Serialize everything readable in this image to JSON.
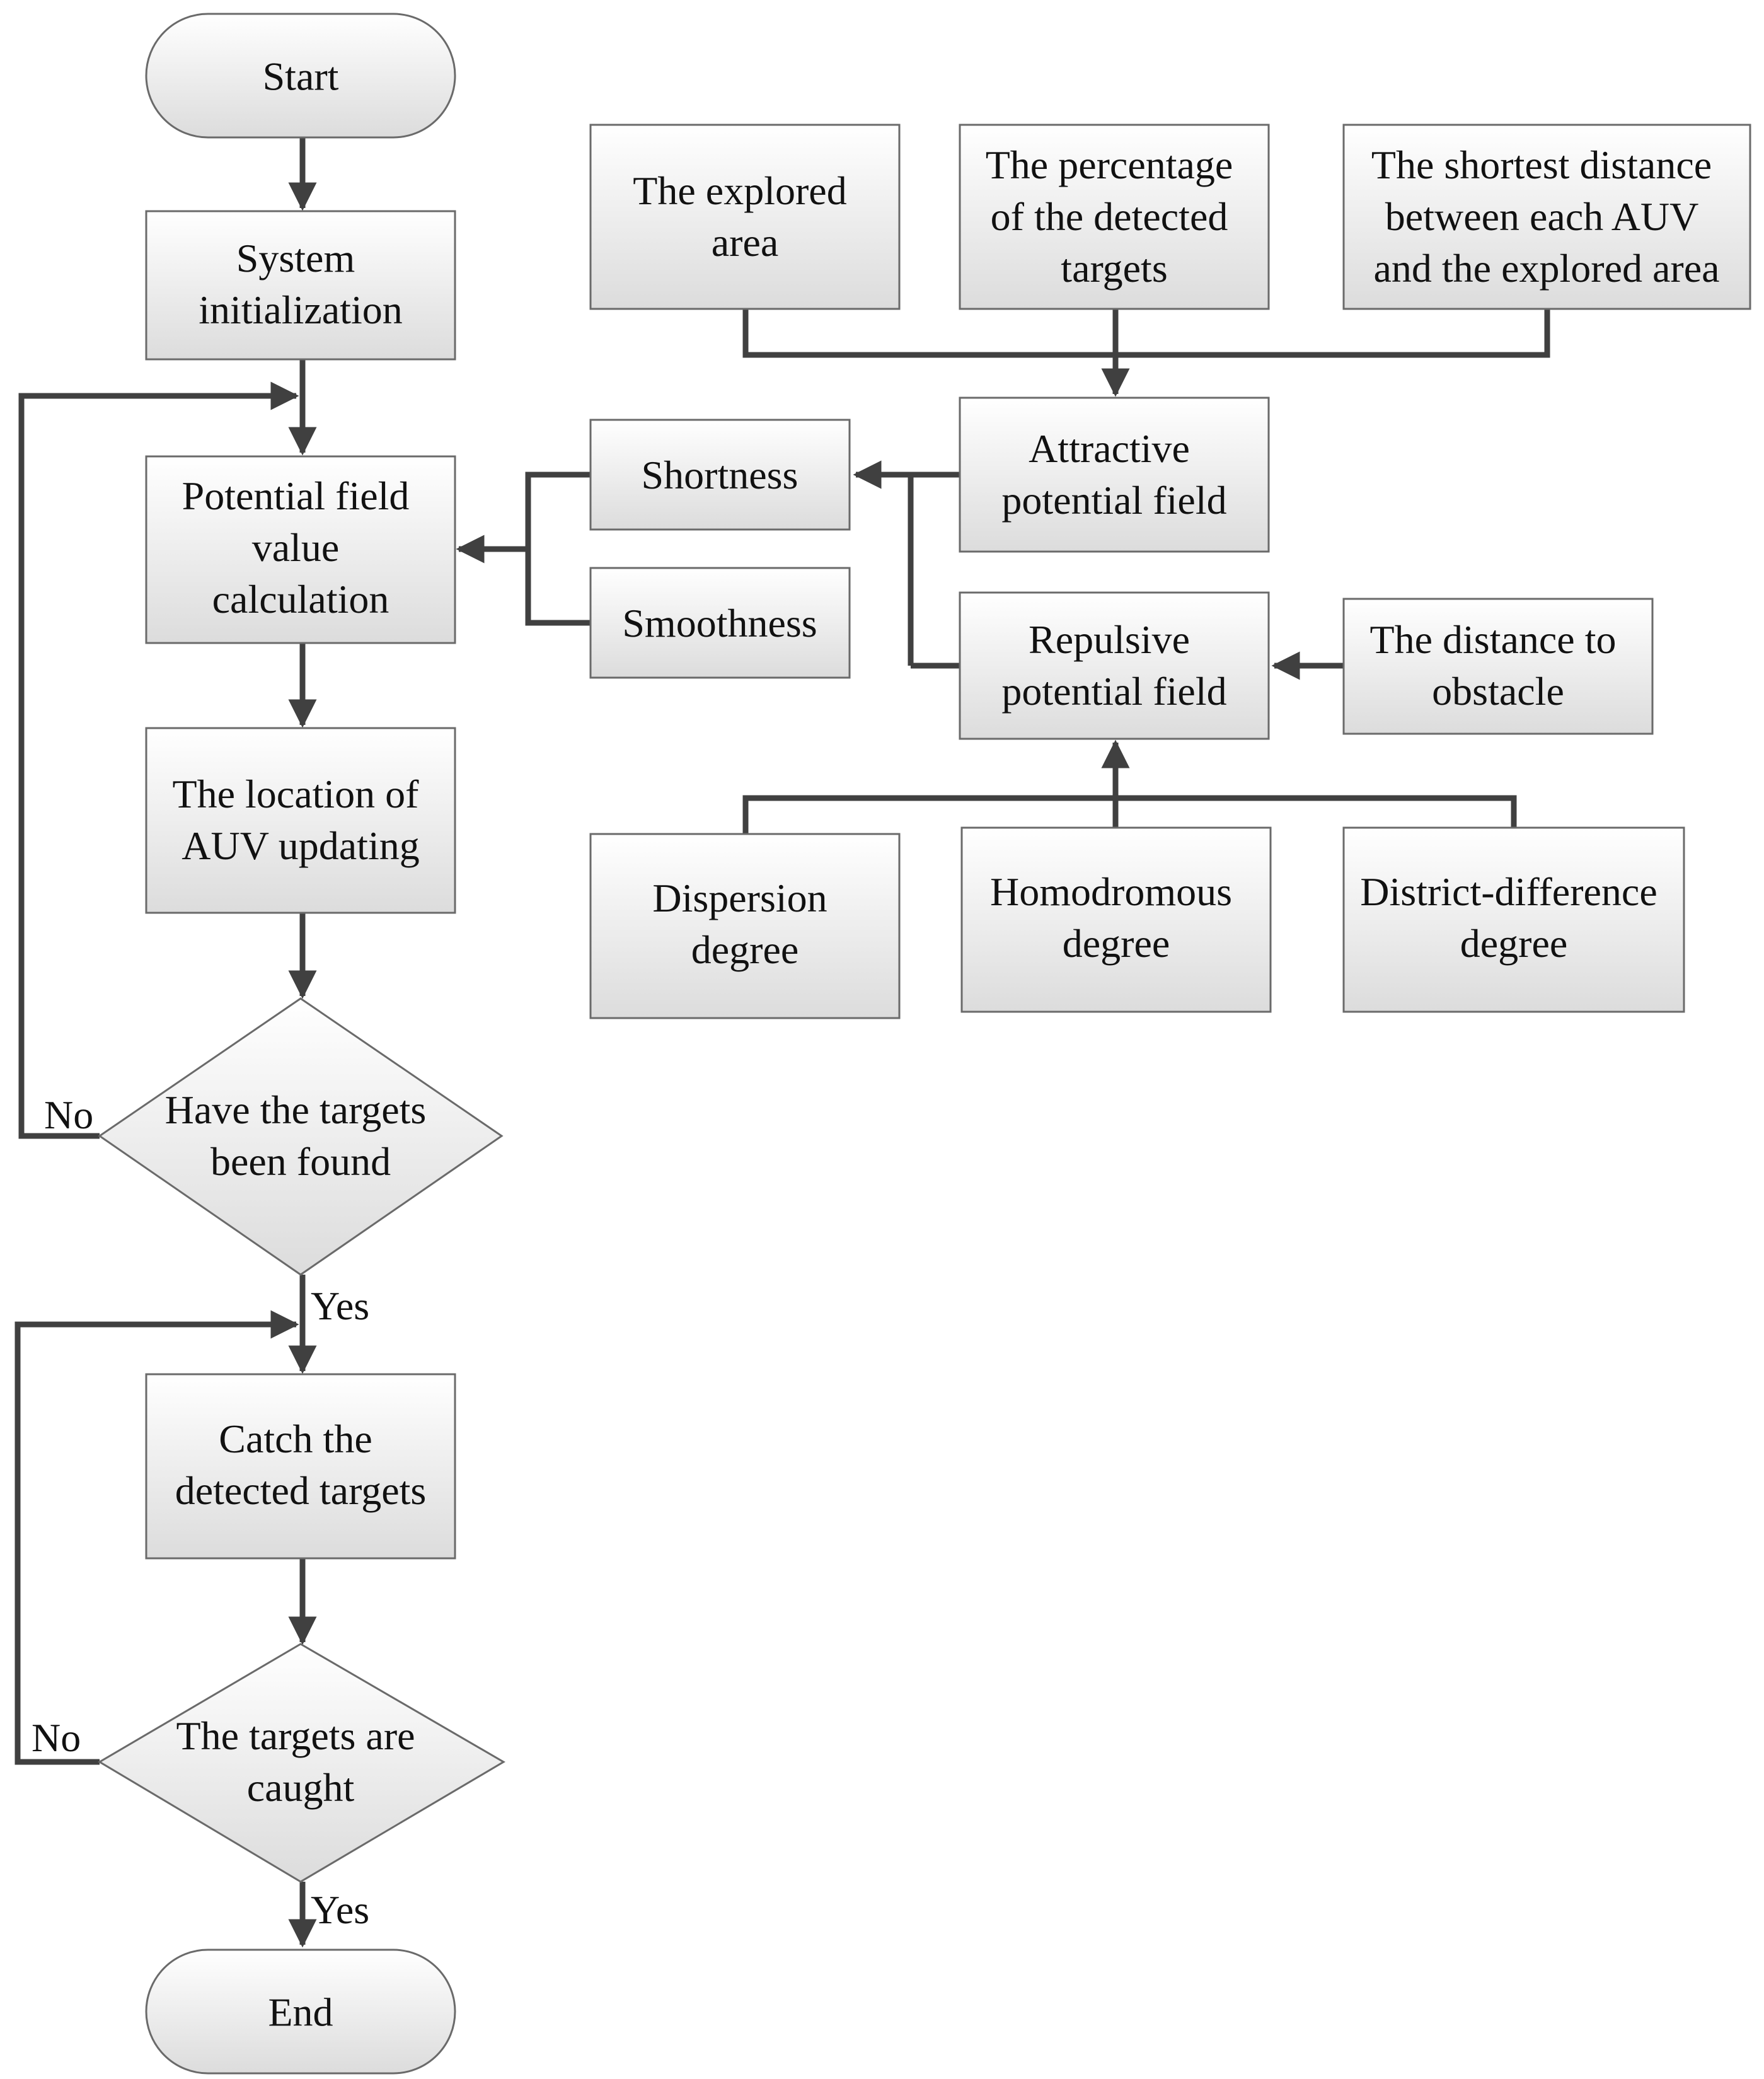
{
  "nodes": {
    "start": [
      "Start"
    ],
    "system_init": [
      "System",
      "initialization"
    ],
    "potential_calc": [
      "Potential field",
      "value",
      "calculation"
    ],
    "location_update": [
      "The location of",
      "AUV updating"
    ],
    "decision_found": [
      "Have the targets",
      "been found"
    ],
    "catch_targets": [
      "Catch the",
      "detected targets"
    ],
    "decision_caught": [
      "The targets are",
      "caught"
    ],
    "end": [
      "End"
    ],
    "explored_area": [
      "The explored",
      "area"
    ],
    "percentage_detected": [
      "The percentage",
      "of the detected",
      "targets"
    ],
    "shortest_distance": [
      "The shortest distance",
      "between each AUV",
      "and the explored area"
    ],
    "shortness": [
      "Shortness"
    ],
    "smoothness": [
      "Smoothness"
    ],
    "attractive_field": [
      "Attractive",
      "potential field"
    ],
    "repulsive_field": [
      "Repulsive",
      "potential field"
    ],
    "distance_obstacle": [
      "The distance to",
      "obstacle"
    ],
    "dispersion_degree": [
      "Dispersion",
      "degree"
    ],
    "homodromous_degree": [
      "Homodromous",
      "degree"
    ],
    "district_difference": [
      "District-difference",
      "degree"
    ]
  },
  "edge_labels": {
    "no_found": "No",
    "yes_found": "Yes",
    "no_caught": "No",
    "yes_caught": "Yes"
  },
  "colors": {
    "line": "#404040",
    "box_border": "#6a6a6a",
    "box_fill_top": "#ffffff",
    "box_fill_bottom": "#dcdcdc",
    "text": "#111111"
  }
}
